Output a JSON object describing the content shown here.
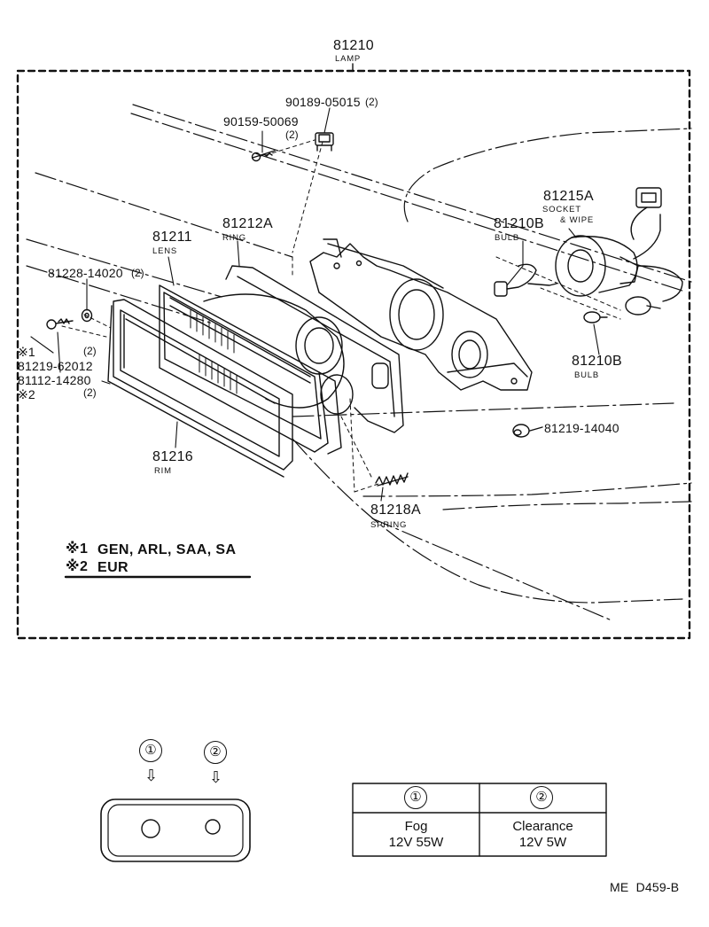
{
  "assembly": {
    "part_no": "81210",
    "name": "LAMP"
  },
  "parts": [
    {
      "key": "bolt_clip_a",
      "part_no": "90189-05015",
      "qty": "(2)"
    },
    {
      "key": "screw_a",
      "part_no": "90159-50069",
      "qty": "(2)"
    },
    {
      "key": "socket",
      "part_no": "81215A",
      "name": "SOCKET",
      "name2": "& WIPE"
    },
    {
      "key": "bulb_fog",
      "part_no": "81210B",
      "name": "BULB"
    },
    {
      "key": "ring",
      "part_no": "81212A",
      "name": "RING"
    },
    {
      "key": "lens",
      "part_no": "81211",
      "name": "LENS"
    },
    {
      "key": "nut",
      "part_no": "81228-14020",
      "qty": "(2)"
    },
    {
      "key": "screw_b_mark",
      "mark": "※1",
      "qty": "(2)"
    },
    {
      "key": "screw_b",
      "part_no": "81219-62012"
    },
    {
      "key": "screw_c",
      "part_no": "81112-14280"
    },
    {
      "key": "screw_c_mark",
      "mark": "※2",
      "qty": "(2)"
    },
    {
      "key": "bulb_clearance",
      "part_no": "81210B",
      "name": "BULB"
    },
    {
      "key": "clip",
      "part_no": "81219-14040"
    },
    {
      "key": "rim",
      "part_no": "81216",
      "name": "RIM"
    },
    {
      "key": "spring",
      "part_no": "81218A",
      "name": "SPRING"
    }
  ],
  "notes": [
    {
      "mark": "※1",
      "text": "GEN, ARL, SAA, SA"
    },
    {
      "mark": "※2",
      "text": "EUR"
    }
  ],
  "lamp_face": {
    "markers": [
      "①",
      "②"
    ]
  },
  "bulb_table": {
    "headers": [
      "①",
      "②"
    ],
    "rows": [
      [
        "Fog",
        "Clearance"
      ],
      [
        "12V 55W",
        "12V 5W"
      ]
    ]
  },
  "figure_code": "ME  D459-B"
}
